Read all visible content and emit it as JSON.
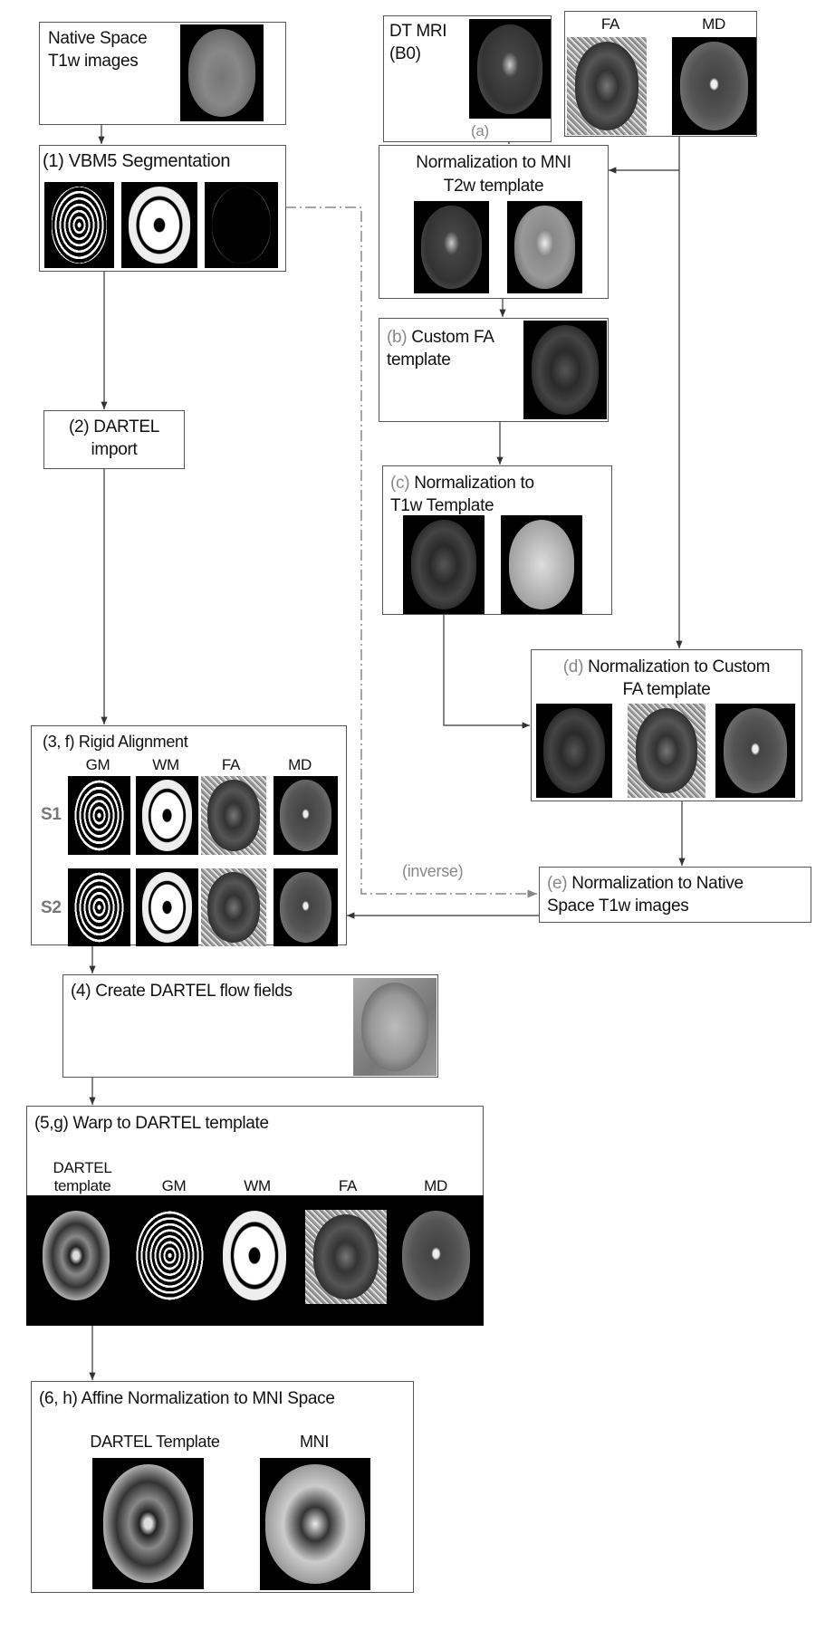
{
  "native": {
    "line1": "Native Space",
    "line2": "T1w images"
  },
  "dtmri": {
    "line1": "DT MRI",
    "line2": "(B0)",
    "step": "(a)"
  },
  "famd": {
    "fa": "FA",
    "md": "MD"
  },
  "vbm5": {
    "title": "(1) VBM5 Segmentation"
  },
  "norm_mni": {
    "line1": "Normalization to MNI",
    "line2": "T2w template"
  },
  "custom_fa": {
    "step": "(b)",
    "line1": " Custom FA",
    "line2": "template"
  },
  "dartel_import": {
    "line1": "(2) DARTEL",
    "line2": "import"
  },
  "norm_t1w": {
    "step": "(c)",
    "line1": " Normalization to",
    "line2": "T1w Template"
  },
  "norm_custom": {
    "step": "(d)",
    "line1": " Normalization to Custom",
    "line2": "FA template"
  },
  "norm_native": {
    "step": "(e)",
    "line1": " Normalization to Native",
    "line2": "Space T1w images"
  },
  "inverse": "(inverse)",
  "rigid": {
    "title": "(3, f) Rigid Alignment",
    "cols": [
      "GM",
      "WM",
      "FA",
      "MD"
    ],
    "rows": [
      "S1",
      "S2"
    ]
  },
  "flow": {
    "title": "(4) Create DARTEL flow fields"
  },
  "warp": {
    "title": "(5,g) Warp to DARTEL template",
    "cols": [
      "DARTEL",
      "template",
      "GM",
      "WM",
      "FA",
      "MD"
    ]
  },
  "affine": {
    "title": "(6, h) Affine Normalization to MNI Space",
    "labels": [
      "DARTEL Template",
      "MNI"
    ]
  },
  "colors": {
    "line": "#333333",
    "dashed": "#888888",
    "step_label": "#888888"
  }
}
